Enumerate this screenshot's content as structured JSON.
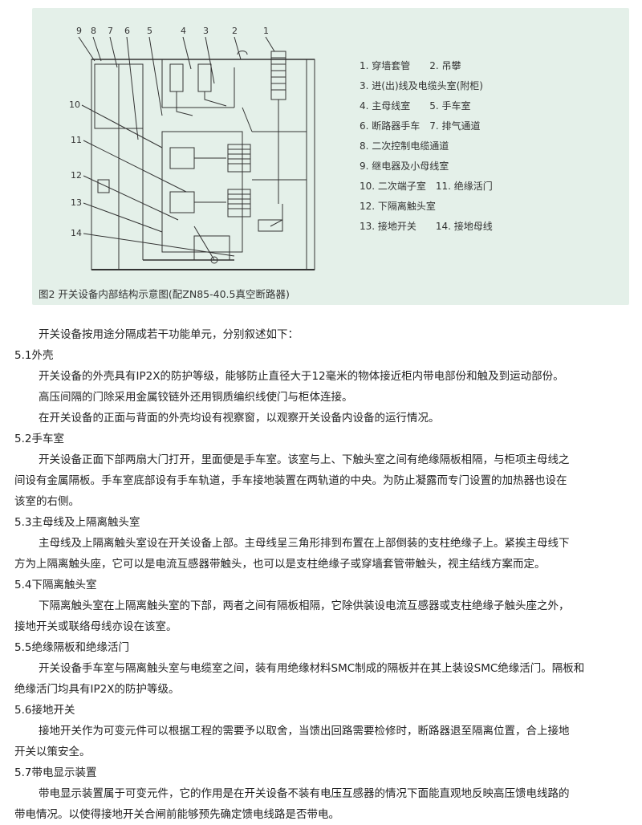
{
  "figure": {
    "callouts_top": [
      "9",
      "8",
      "7",
      "6",
      "5",
      "4",
      "3",
      "2",
      "1"
    ],
    "callouts_left": [
      "10",
      "11",
      "12",
      "13",
      "14"
    ],
    "legend": [
      "1. 穿墙套管　　2. 吊攀",
      "3. 进(出)线及电缆头室(附柜)",
      "4. 主母线室　　5. 手车室",
      "6. 断路器手车　7. 排气通道",
      "8. 二次控制电缆通道",
      "9. 继电器及小母线室",
      "10. 二次端子室　11. 绝缘活门",
      "12. 下隔离触头室",
      "13. 接地开关　　14. 接地母线"
    ],
    "caption": "图2 开关设备内部结构示意图(配ZN85-40.5真空断路器)"
  },
  "body": {
    "intro": "开关设备按用途分隔成若干功能单元，分别叙述如下：",
    "s51_title": "5.1外壳",
    "s51_p1": "开关设备的外壳具有IP2X的防护等级，能够防止直径大于12毫米的物体接近柜内带电部份和触及到运动部份。",
    "s51_p2": "高压间隔的门除采用金属铰链外还用铜质编织线使门与柜体连接。",
    "s51_p3": "在开关设备的正面与背面的外壳均设有视察窗，以观察开关设备内设备的运行情况。",
    "s52_title": "5.2手车室",
    "s52_p1a": "开关设备正面下部两扇大门打开，里面便是手车室。该室与上、下触头室之间有绝缘隔板相隔，与柜项主母线之",
    "s52_p1b": "间设有金属隔板。手车室底部设有手车轨道，手车接地装置在两轨道的中央。为防止凝露而专门设置的加热器也设在",
    "s52_p1c": "该室的右侧。",
    "s53_title": "5.3主母线及上隔离触头室",
    "s53_p1a": "主母线及上隔离触头室设在开关设备上部。主母线呈三角形排到布置在上部倒装的支柱绝缘子上。紧挨主母线下",
    "s53_p1b": "方为上隔离触头座，它可以是电流互感器带触头，也可以是支柱绝缘子或穿墙套管带触头，视主结线方案而定。",
    "s54_title": "5.4下隔离触头室",
    "s54_p1a": "下隔离触头室在上隔离触头室的下部，两者之间有隔板相隔，它除供装设电流互感器或支柱绝缘子触头座之外，",
    "s54_p1b": "接地开关或联络母线亦设在该室。",
    "s55_title": "5.5绝缘隔板和绝缘活门",
    "s55_p1a": "开关设备手车室与隔离触头室与电缆室之间，装有用绝缘材料SMC制成的隔板并在其上装设SMC绝缘活门。隔板和",
    "s55_p1b": "绝缘活门均具有IP2X的防护等级。",
    "s56_title": "5.6接地开关",
    "s56_p1a": "接地开关作为可变元件可以根据工程的需要予以取舍，当馈出回路需要检修时，断路器退至隔离位置，合上接地",
    "s56_p1b": "开关以策安全。",
    "s57_title": "5.7带电显示装置",
    "s57_p1a": "带电显示装置属于可变元件，它的作用是在开关设备不装有电压互感器的情况下面能直观地反映高压馈电线路的",
    "s57_p1b": "带电情况。以使得接地开关合闸前能够预先确定馈电线路是否带电。"
  },
  "colors": {
    "figure_bg": "#e4f0e9",
    "line": "#333333",
    "text": "#222222"
  }
}
